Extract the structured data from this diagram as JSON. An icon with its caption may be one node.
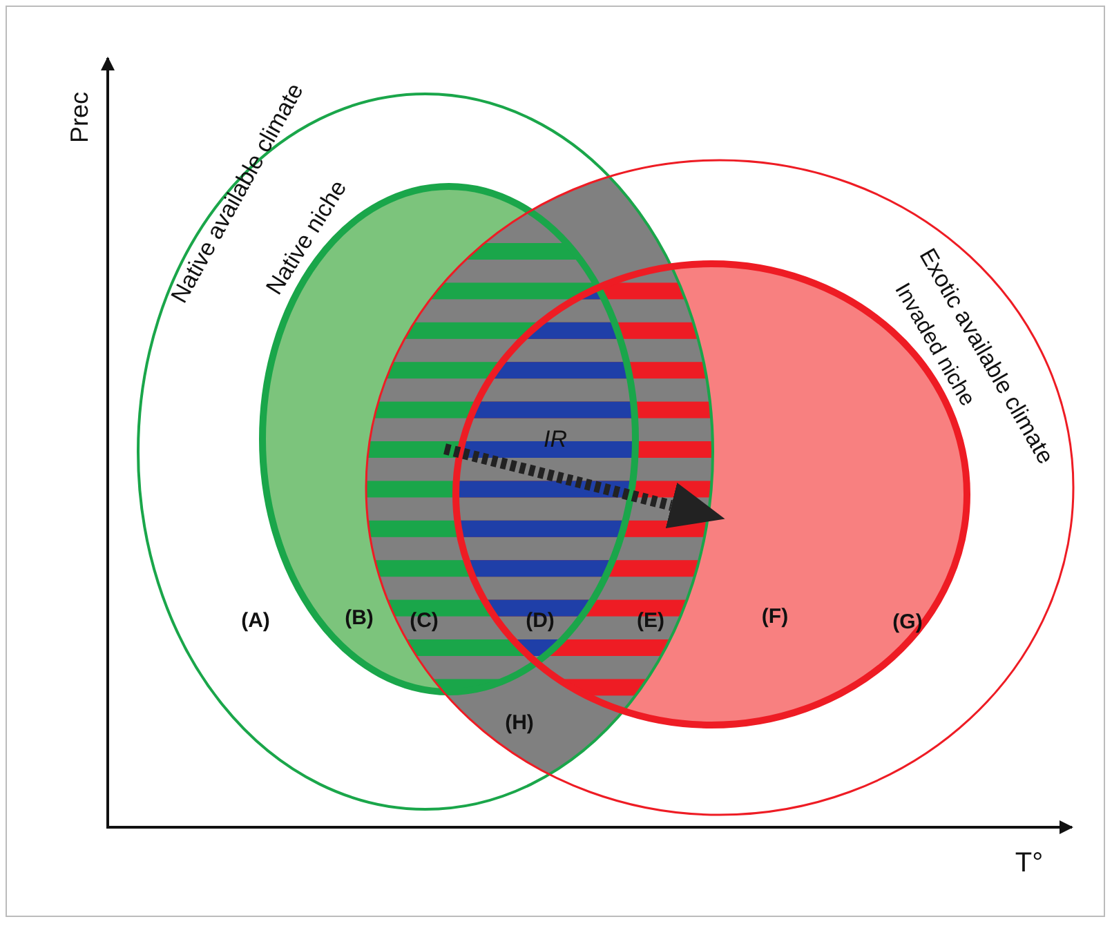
{
  "diagram": {
    "nodes": [
      {
        "text": [
          "Native available climate"
        ]
      },
      {
        "text": [
          "Native niche"
        ],
        "in": 0
      },
      {
        "text": [
          "Exotic available climate"
        ]
      },
      {
        "text": [
          "Invaded niche"
        ],
        "in": 2
      }
    ],
    "edges": [
      {
        "from": 1,
        "to": 3,
        "arrow": "to",
        "label": "IR",
        "style": "dashed"
      }
    ],
    "labels": [
      "Prec",
      "(A)",
      "(B)",
      "(C)",
      "(D)",
      "(E)",
      "(F)",
      "(G)",
      "(H)",
      "T°"
    ]
  }
}
